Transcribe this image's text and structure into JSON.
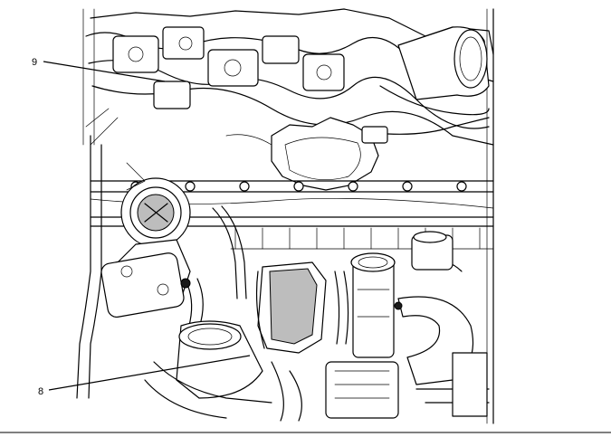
{
  "callouts": [
    {
      "id": "9",
      "label": "9"
    },
    {
      "id": "8",
      "label": "8"
    }
  ],
  "colors": {
    "ink": "#000000",
    "background": "#ffffff",
    "shade": "#bdbdbd"
  }
}
